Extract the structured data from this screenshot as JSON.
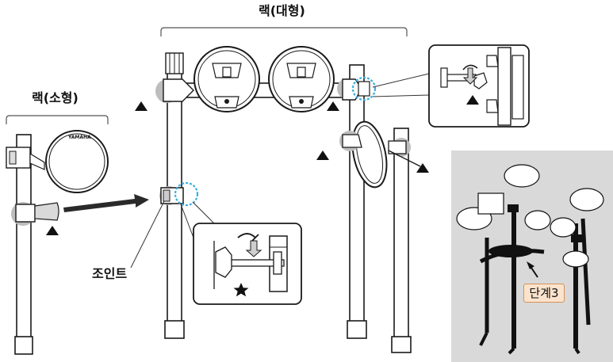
{
  "labels": {
    "rack_large": "랙(대형)",
    "rack_small": "랙(소형)",
    "joint": "조인트",
    "step": "단계3",
    "brand": "YAMAHA"
  },
  "colors": {
    "frame": "#1a1a1a",
    "pipe_fill": "#ffffff",
    "highlight_circle": "#3ab0e0",
    "shadow_gray": "#bdbdbd",
    "photo_bg": "#d9d9d9",
    "step_badge_bg": "#fbe3cd",
    "step_badge_border": "#d4925a"
  },
  "icons": {
    "marker": "black-triangle",
    "star": "black-star",
    "rotation": "curved-arrow"
  }
}
